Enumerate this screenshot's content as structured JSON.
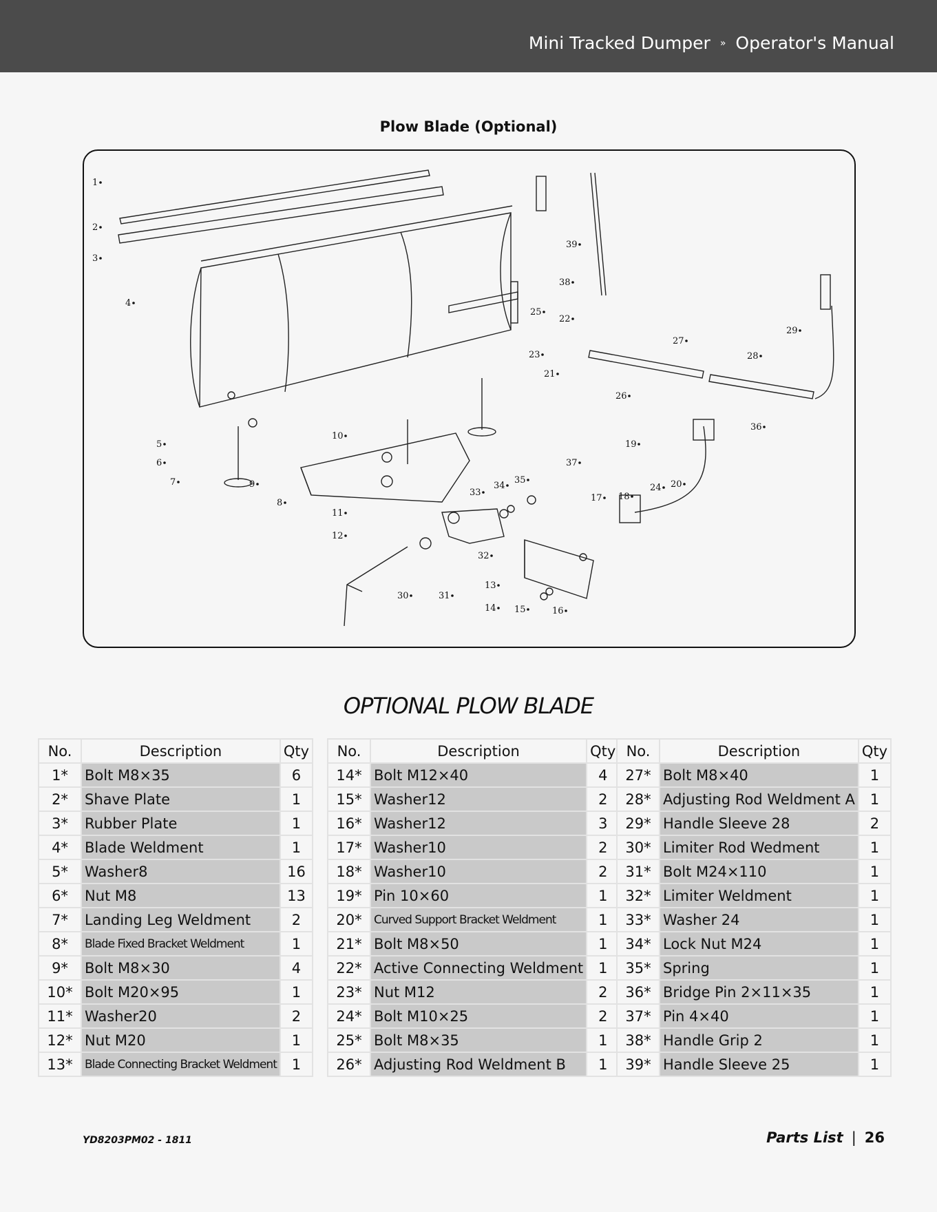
{
  "header": {
    "product": "Mini Tracked Dumper",
    "separator": "»",
    "manual": "Operator's Manual"
  },
  "diagram": {
    "title": "Plow Blade (Optional)",
    "callouts": [
      "1",
      "2",
      "3",
      "4",
      "5",
      "6",
      "7",
      "8",
      "9",
      "10",
      "11",
      "12",
      "13",
      "14",
      "15",
      "16",
      "17",
      "18",
      "19",
      "20",
      "21",
      "22",
      "23",
      "24",
      "25",
      "26",
      "27",
      "28",
      "29",
      "30",
      "31",
      "32",
      "33",
      "34",
      "35",
      "36",
      "37",
      "38",
      "39"
    ]
  },
  "section_title": "OPTIONAL PLOW BLADE",
  "table_headers": {
    "no": "No.",
    "description": "Description",
    "qty": "Qty"
  },
  "parts_tables": [
    [
      {
        "no": "1*",
        "desc": "Bolt M8×35",
        "qty": "6"
      },
      {
        "no": "2*",
        "desc": "Shave Plate",
        "qty": "1"
      },
      {
        "no": "3*",
        "desc": "Rubber Plate",
        "qty": "1"
      },
      {
        "no": "4*",
        "desc": "Blade Weldment",
        "qty": "1"
      },
      {
        "no": "5*",
        "desc": "Washer8",
        "qty": "16"
      },
      {
        "no": "6*",
        "desc": "Nut M8",
        "qty": "13"
      },
      {
        "no": "7*",
        "desc": "Landing Leg Weldment",
        "qty": "2"
      },
      {
        "no": "8*",
        "desc": "Blade Fixed Bracket Weldment",
        "qty": "1"
      },
      {
        "no": "9*",
        "desc": "Bolt M8×30",
        "qty": "4"
      },
      {
        "no": "10*",
        "desc": "Bolt M20×95",
        "qty": "1"
      },
      {
        "no": "11*",
        "desc": "Washer20",
        "qty": "2"
      },
      {
        "no": "12*",
        "desc": "Nut M20",
        "qty": "1"
      },
      {
        "no": "13*",
        "desc": "Blade Connecting Bracket Weldment",
        "qty": "1"
      }
    ],
    [
      {
        "no": "14*",
        "desc": "Bolt M12×40",
        "qty": "4"
      },
      {
        "no": "15*",
        "desc": "Washer12",
        "qty": "2"
      },
      {
        "no": "16*",
        "desc": "Washer12",
        "qty": "3"
      },
      {
        "no": "17*",
        "desc": "Washer10",
        "qty": "2"
      },
      {
        "no": "18*",
        "desc": "Washer10",
        "qty": "2"
      },
      {
        "no": "19*",
        "desc": "Pin 10×60",
        "qty": "1"
      },
      {
        "no": "20*",
        "desc": "Curved Support Bracket Weldment",
        "qty": "1"
      },
      {
        "no": "21*",
        "desc": "Bolt M8×50",
        "qty": "1"
      },
      {
        "no": "22*",
        "desc": "Active Connecting Weldment",
        "qty": "1"
      },
      {
        "no": "23*",
        "desc": "Nut M12",
        "qty": "2"
      },
      {
        "no": "24*",
        "desc": "Bolt M10×25",
        "qty": "2"
      },
      {
        "no": "25*",
        "desc": "Bolt M8×35",
        "qty": "1"
      },
      {
        "no": "26*",
        "desc": "Adjusting Rod Weldment B",
        "qty": "1"
      }
    ],
    [
      {
        "no": "27*",
        "desc": "Bolt M8×40",
        "qty": "1"
      },
      {
        "no": "28*",
        "desc": "Adjusting Rod Weldment A",
        "qty": "1"
      },
      {
        "no": "29*",
        "desc": "Handle Sleeve 28",
        "qty": "2"
      },
      {
        "no": "30*",
        "desc": "Limiter Rod Wedment",
        "qty": "1"
      },
      {
        "no": "31*",
        "desc": "Bolt M24×110",
        "qty": "1"
      },
      {
        "no": "32*",
        "desc": "Limiter Weldment",
        "qty": "1"
      },
      {
        "no": "33*",
        "desc": "Washer 24",
        "qty": "1"
      },
      {
        "no": "34*",
        "desc": "Lock Nut M24",
        "qty": "1"
      },
      {
        "no": "35*",
        "desc": "Spring",
        "qty": "1"
      },
      {
        "no": "36*",
        "desc": "Bridge Pin 2×11×35",
        "qty": "1"
      },
      {
        "no": "37*",
        "desc": "Pin 4×40",
        "qty": "1"
      },
      {
        "no": "38*",
        "desc": "Handle Grip 2",
        "qty": "1"
      },
      {
        "no": "39*",
        "desc": "Handle Sleeve 25",
        "qty": "1"
      }
    ]
  ],
  "footer": {
    "doc_code": "YD8203PM02 - 1811",
    "section": "Parts List",
    "page": "26"
  }
}
